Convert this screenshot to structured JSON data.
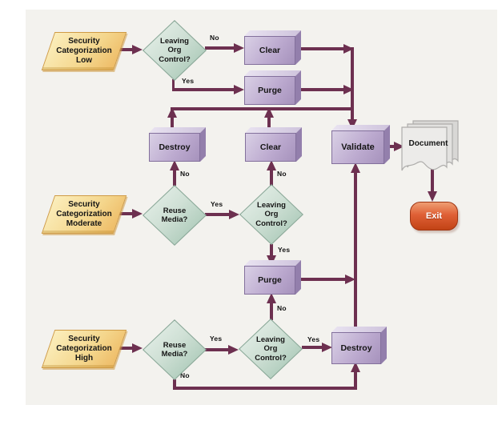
{
  "nodes": {
    "start_low": {
      "label": "Security\nCategorization\nLow"
    },
    "start_moderate": {
      "label": "Security\nCategorization\nModerate"
    },
    "start_high": {
      "label": "Security\nCategorization\nHigh"
    },
    "leaving_low": {
      "label": "Leaving\nOrg\nControl?"
    },
    "clear_low": {
      "label": "Clear"
    },
    "purge_low": {
      "label": "Purge"
    },
    "destroy_mid": {
      "label": "Destroy"
    },
    "clear_mid": {
      "label": "Clear"
    },
    "validate": {
      "label": "Validate"
    },
    "document": {
      "label": "Document"
    },
    "exit": {
      "label": "Exit"
    },
    "reuse_moderate": {
      "label": "Reuse\nMedia?"
    },
    "leaving_moderate": {
      "label": "Leaving\nOrg\nControl?"
    },
    "purge_moderate": {
      "label": "Purge"
    },
    "reuse_high": {
      "label": "Reuse\nMedia?"
    },
    "leaving_high": {
      "label": "Leaving\nOrg\nControl?"
    },
    "destroy_high": {
      "label": "Destroy"
    }
  },
  "edge_labels": {
    "leaving_low_no": "No",
    "leaving_low_yes": "Yes",
    "reuse_moderate_no": "No",
    "reuse_moderate_yes": "Yes",
    "leaving_moderate_no": "No",
    "leaving_moderate_yes": "Yes",
    "leaving_high_no": "No",
    "reuse_high_yes": "Yes",
    "reuse_high_no": "No",
    "leaving_high_yes": "Yes"
  },
  "colors": {
    "connector": "#6d3050",
    "panel_bg": "#f3f2ee",
    "process_face": "#bdabd0",
    "process_face_light": "#d9d0e5",
    "process_face_dark": "#a692bc",
    "process_top": "#e9e3f1",
    "process_side": "#937fac",
    "process_border": "#83709c",
    "decision_face_light": "#e9f2ec",
    "decision_face_dark": "#9fc2af",
    "decision_border": "#8aa898",
    "input_face": "#f4d68c",
    "input_face_light": "#fbeebc",
    "input_face_dark": "#eebb66",
    "input_border": "#cf9b45",
    "terminator_light": "#ef9e73",
    "terminator_dark": "#c24315",
    "terminator_border": "#9e3513",
    "document_face": "#ecebe9",
    "document_face_dark": "#d8d7d5",
    "document_border": "#aeadab"
  }
}
